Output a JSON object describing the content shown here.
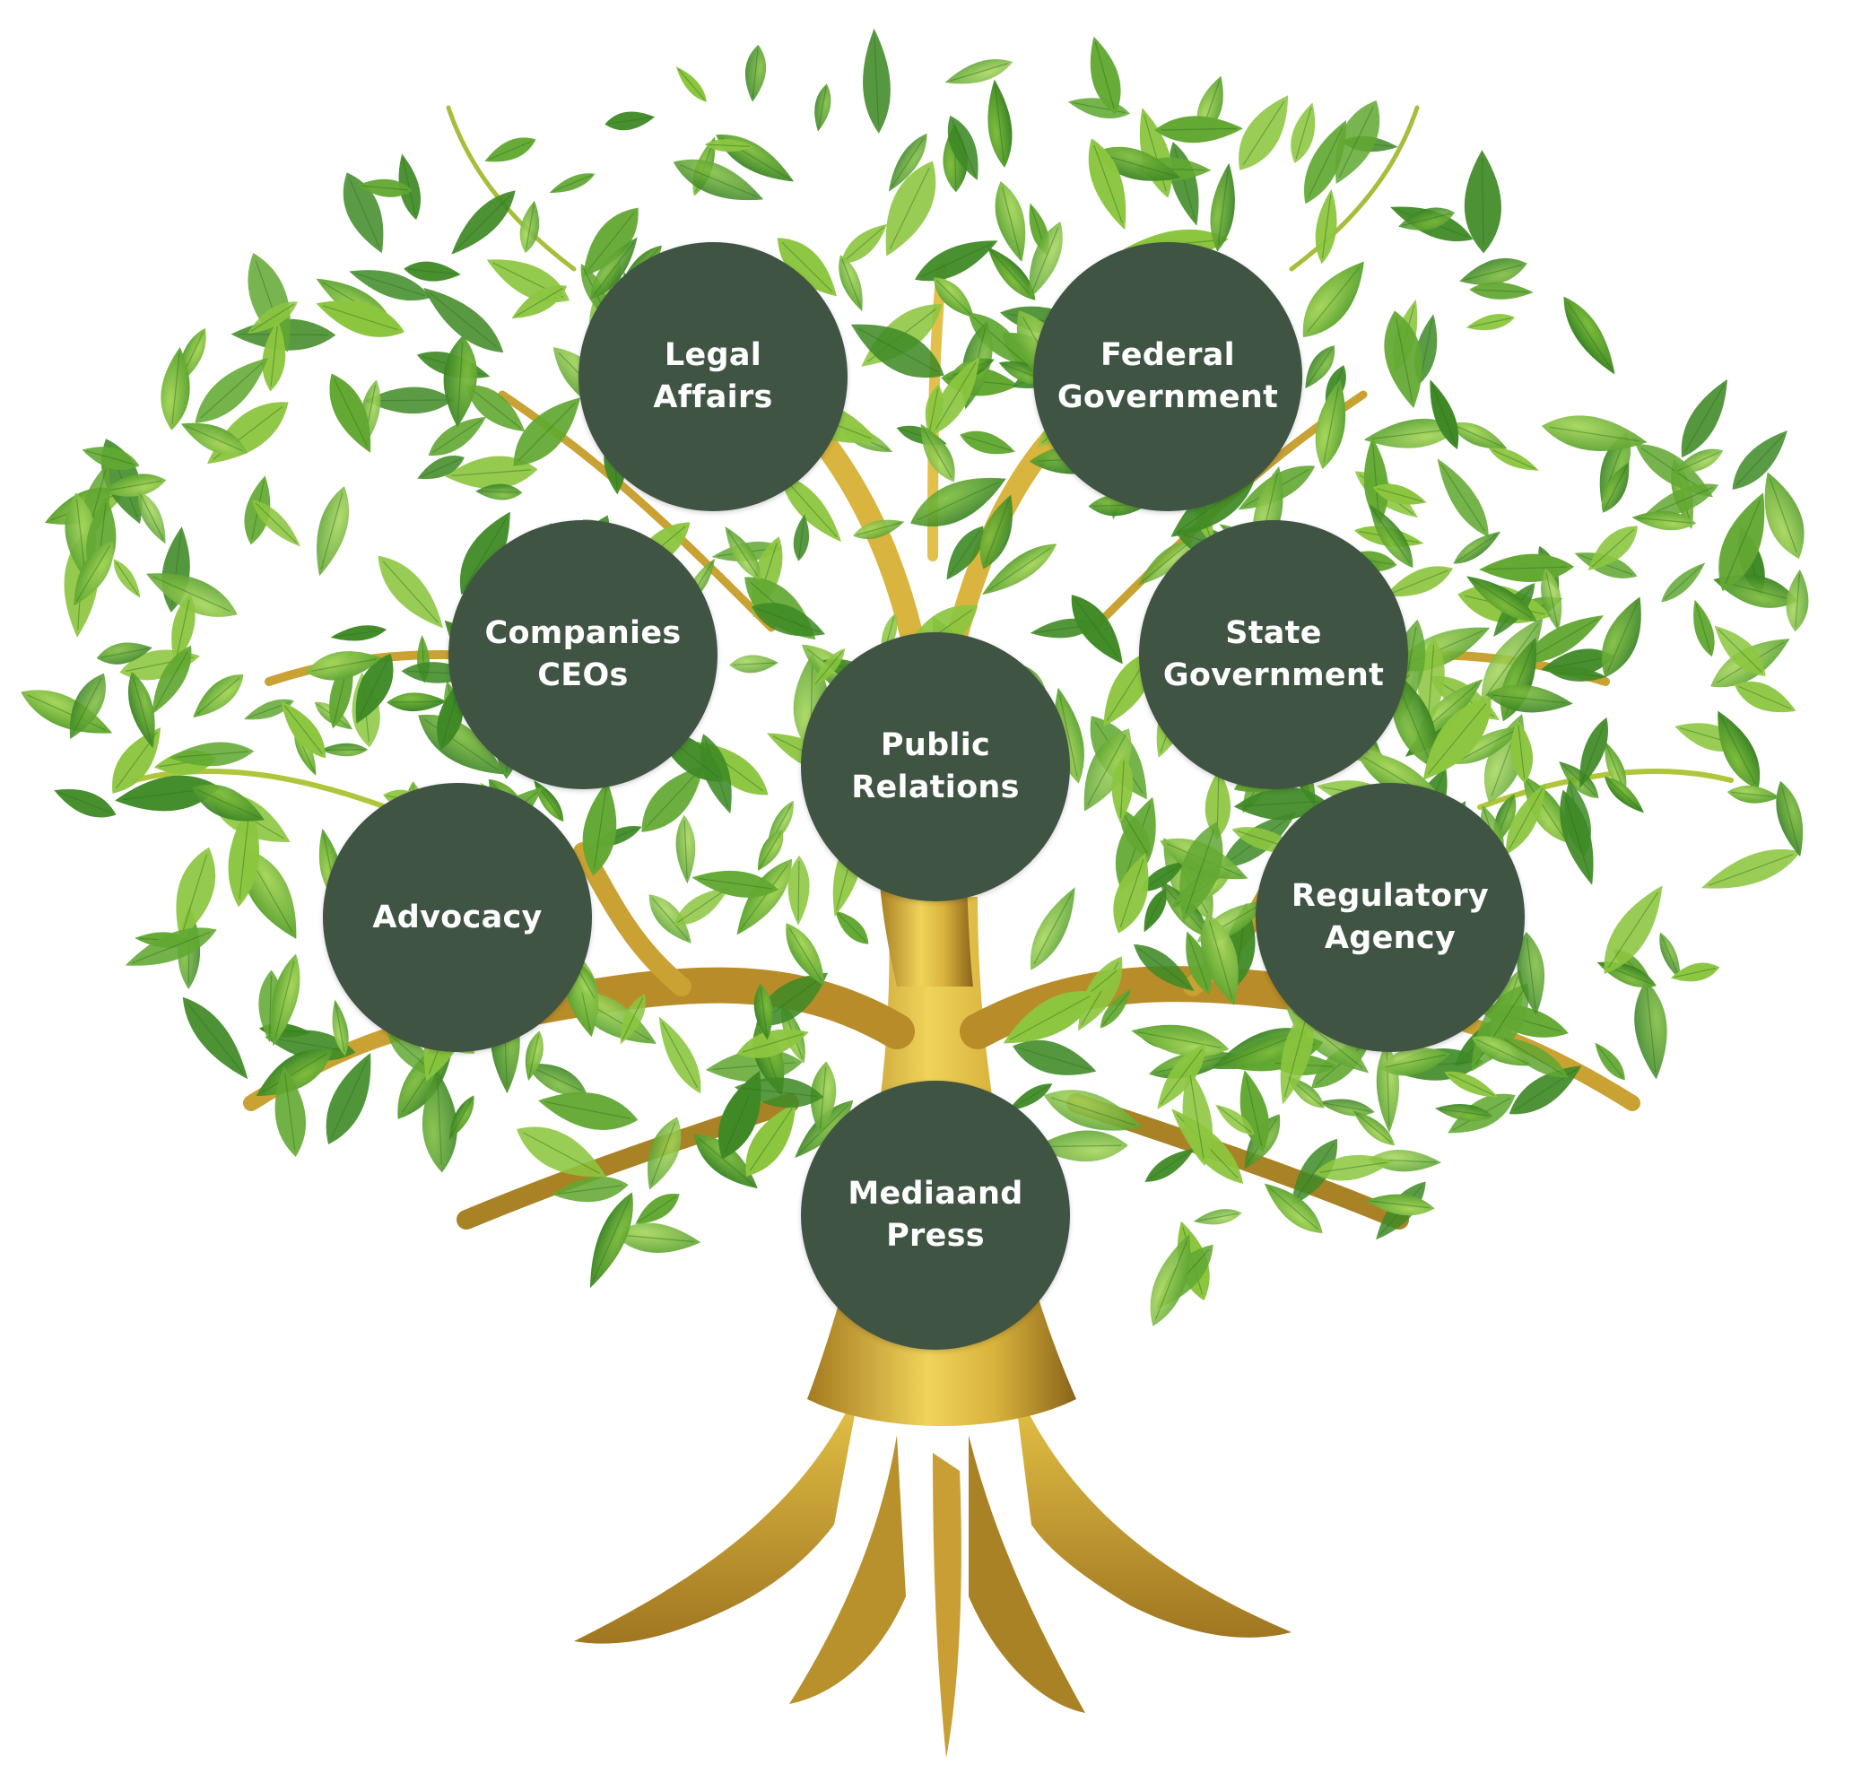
{
  "colors": {
    "node_fill": "#3f5443",
    "node_text": "#ffffff",
    "leaf_dark": "#3f8a26",
    "leaf_mid": "#62a832",
    "leaf_light": "#8cc63f",
    "trunk_light": "#e9c84a",
    "trunk_mid": "#c9a233",
    "trunk_dark": "#8f6b1e"
  },
  "nodes": {
    "legal": "Legal\nAffairs",
    "federal": "Federal\nGovernment",
    "ceos": "Companies\nCEOs",
    "state": "State\nGovernment",
    "pr": "Public\nRelations",
    "advocacy": "Advocacy",
    "regulatory": "Regulatory\nAgency",
    "media": "Mediaand\nPress"
  }
}
